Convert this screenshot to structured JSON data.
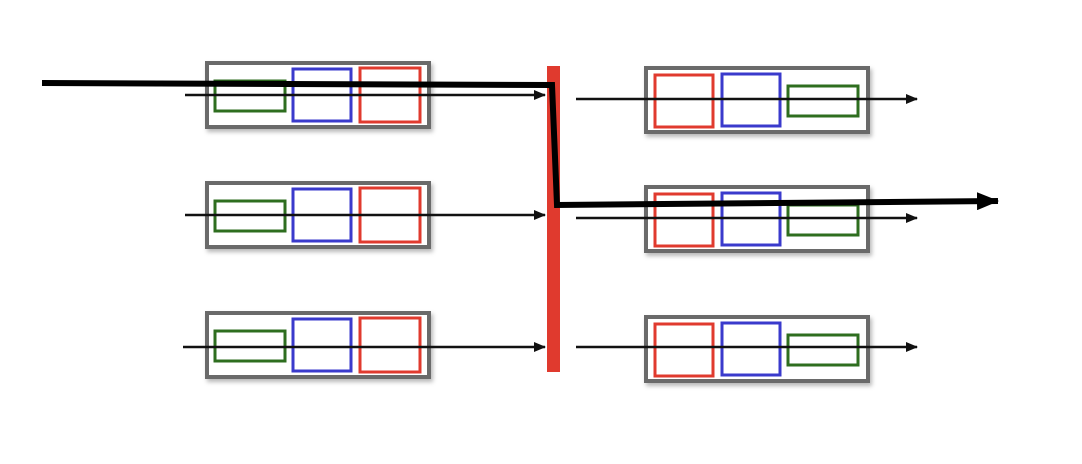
{
  "colors": {
    "background": "#ffffff",
    "container_border": "#6a6a6a",
    "container_fill": "#ffffff",
    "red": "#e03a2e",
    "blue": "#3a3acc",
    "green": "#2e6e1f",
    "arrow": "#111111",
    "thick_path": "#000000",
    "divider": "#e03a2e"
  },
  "left_units": [
    {
      "id": "left-1",
      "boxes": [
        "green",
        "blue",
        "red"
      ]
    },
    {
      "id": "left-2",
      "boxes": [
        "green",
        "blue",
        "red"
      ]
    },
    {
      "id": "left-3",
      "boxes": [
        "green",
        "blue",
        "red"
      ]
    }
  ],
  "right_units": [
    {
      "id": "right-1",
      "boxes": [
        "red",
        "blue",
        "green"
      ]
    },
    {
      "id": "right-2",
      "boxes": [
        "red",
        "blue",
        "green"
      ]
    },
    {
      "id": "right-3",
      "boxes": [
        "red",
        "blue",
        "green"
      ]
    }
  ]
}
